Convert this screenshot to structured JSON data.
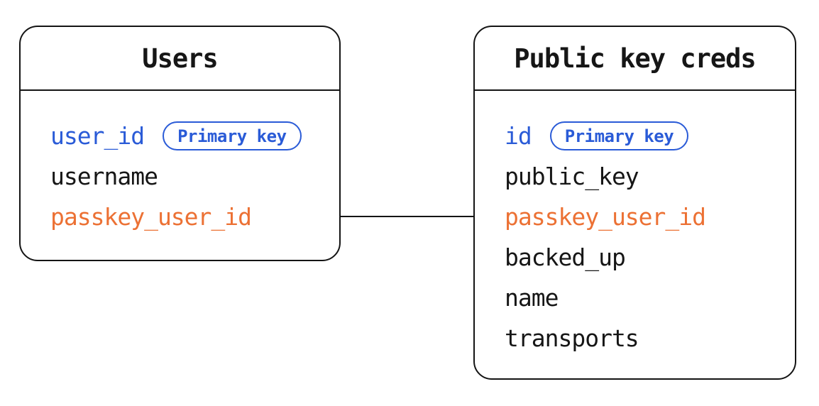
{
  "colors": {
    "primary_blue": "#2a5bd7",
    "foreign_orange": "#ec7134",
    "line": "#141414",
    "text": "#161616",
    "bg": "#ffffff"
  },
  "tables": [
    {
      "title": "Users",
      "fields": [
        {
          "name": "user_id",
          "badge": "Primary key",
          "color": "blue",
          "role": "primary-key"
        },
        {
          "name": "username",
          "color": "black"
        },
        {
          "name": "passkey_user_id",
          "color": "orange",
          "role": "linked-key"
        }
      ]
    },
    {
      "title": "Public key creds",
      "fields": [
        {
          "name": "id",
          "badge": "Primary key",
          "color": "blue",
          "role": "primary-key"
        },
        {
          "name": "public_key",
          "color": "black"
        },
        {
          "name": "passkey_user_id",
          "color": "orange",
          "role": "linked-key"
        },
        {
          "name": "backed_up",
          "color": "black"
        },
        {
          "name": "name",
          "color": "black"
        },
        {
          "name": "transports",
          "color": "black"
        }
      ]
    }
  ],
  "relationship": {
    "from": "Users.passkey_user_id",
    "to": "Public key creds.passkey_user_id"
  }
}
